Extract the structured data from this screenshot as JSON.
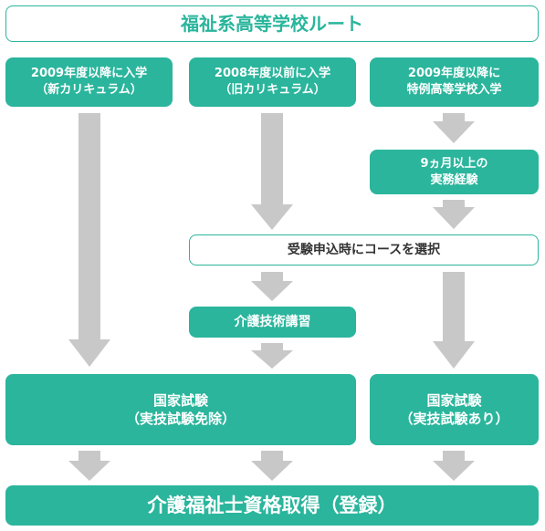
{
  "title": "福祉系高等学校ルート",
  "routes": [
    {
      "line1": "2009年度以降に入学",
      "line2": "（新カリキュラム）"
    },
    {
      "line1": "2008年度以前に入学",
      "line2": "（旧カリキュラム）"
    },
    {
      "line1": "2009年度以降に",
      "line2": "特例高等学校入学"
    }
  ],
  "experience": {
    "line1": "9ヵ月以上の",
    "line2": "実務経験"
  },
  "course_select": "受験申込時にコースを選択",
  "training": "介護技術講習",
  "exam_exempt": {
    "line1": "国家試験",
    "line2": "（実技試験免除）"
  },
  "exam_practical": {
    "line1": "国家試験",
    "line2": "（実技試験あり）"
  },
  "final": "介護福祉士資格取得（登録）",
  "colors": {
    "accent": "#2ab59c",
    "arrow": "#c8c8c8"
  }
}
